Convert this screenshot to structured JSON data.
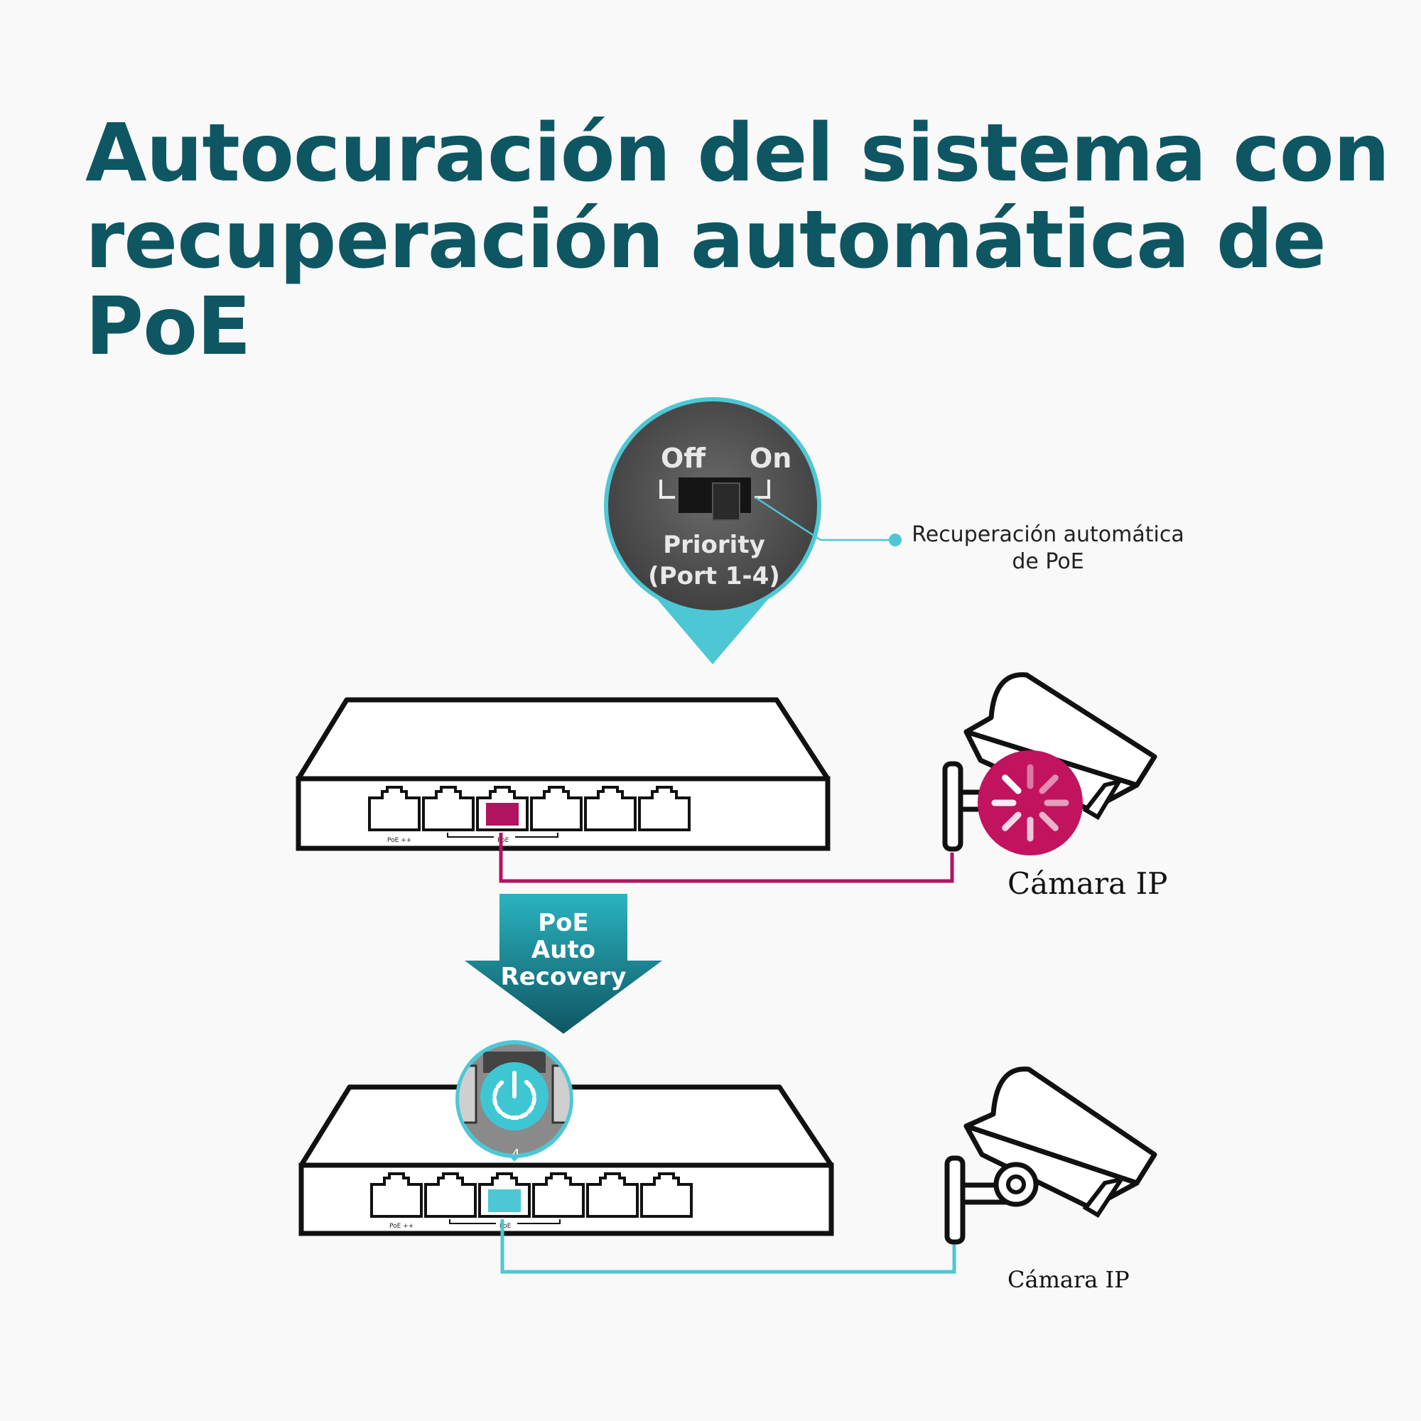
{
  "title": {
    "line1": "Autocuración del sistema con",
    "line2": "recuperación automática de PoE"
  },
  "callout": {
    "label_line1": "Recuperación automática",
    "label_line2": "de PoE"
  },
  "switch_zoom": {
    "off_label": "Off",
    "on_label": "On",
    "priority_label": "Priority",
    "ports_label": "(Port 1-4)"
  },
  "arrow": {
    "line1": "PoE",
    "line2": "Auto",
    "line3": "Recovery"
  },
  "port_zoom": {
    "port_number": "4"
  },
  "switch_labels": {
    "poe_plus": "PoE ++",
    "poe": "PoE"
  },
  "cameras": {
    "top_label": "Cámara IP",
    "bottom_label": "Cámara IP"
  },
  "icons": {
    "loading": "loading-spinner-icon",
    "recovery": "power-recovery-icon",
    "camera": "security-camera-icon"
  },
  "colors": {
    "title": "#0e5662",
    "fault": "#b0135f",
    "recovered": "#4ec7d4",
    "arrow_top": "#2bb3c0",
    "arrow_bottom": "#0e5662"
  }
}
